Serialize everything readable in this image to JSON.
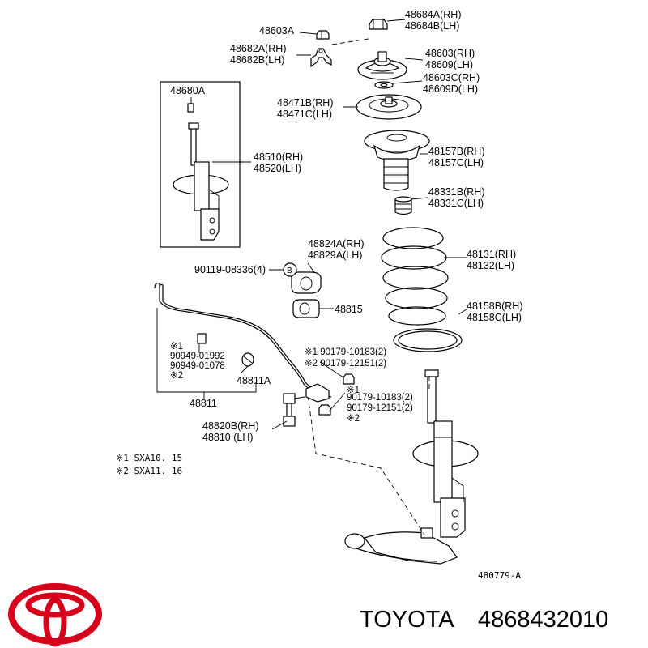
{
  "labels": {
    "l48684": [
      "48684A(RH)",
      "48684B(LH)"
    ],
    "l48603a": "48603A",
    "l48682": [
      "48682A(RH)",
      "48682B(LH)"
    ],
    "l48603": [
      "48603(RH)",
      "48609(LH)"
    ],
    "l48603c": [
      "48603C(RH)",
      "48609D(LH)"
    ],
    "l48680a": "48680A",
    "l48471": [
      "48471B(RH)",
      "48471C(LH)"
    ],
    "l48510": [
      "48510(RH)",
      "48520(LH)"
    ],
    "l48157": [
      "48157B(RH)",
      "48157C(LH)"
    ],
    "l48331": [
      "48331B(RH)",
      "48331C(LH)"
    ],
    "l48824": [
      "48824A(RH)",
      "48829A(LH)"
    ],
    "l48131": [
      "48131(RH)",
      "48132(LH)"
    ],
    "l90119": "90119-08336(4)",
    "callout_b": "B",
    "l48815": "48815",
    "l48158": [
      "48158B(RH)",
      "48158C(LH)"
    ],
    "l90179a": [
      "※1 90179-10183(2)",
      "※2 90179-12151(2)"
    ],
    "l90949": [
      "※1",
      "90949-01992",
      "90949-01078",
      "※2"
    ],
    "l48811a": "48811A",
    "l90179b": [
      "※1",
      "90179-10183(2)",
      "90179-12151(2)",
      "※2"
    ],
    "l48811": "48811",
    "l48820": [
      "48820B(RH)",
      "48810 (LH)"
    ],
    "notes": [
      "※1 SXA10. 15",
      "※2 SXA11. 16"
    ],
    "figure_id": "480779-A"
  },
  "footer": {
    "brand": "TOYOTA",
    "part_number": "4868432010"
  },
  "colors": {
    "logo": "#d6001c",
    "ink": "#000000"
  }
}
